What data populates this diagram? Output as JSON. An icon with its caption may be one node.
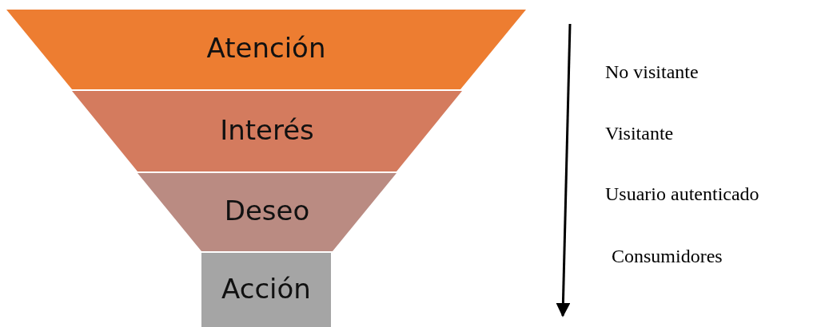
{
  "diagram": {
    "nodes": [
      {
        "text": [
          "Atención"
        ]
      },
      {
        "text": [
          "Interés"
        ]
      },
      {
        "text": [
          "Deseo"
        ]
      },
      {
        "text": [
          "Acción"
        ]
      }
    ],
    "labels": [
      "No visitante",
      "Visitante",
      "Usuario autenticado",
      "Consumidores"
    ]
  }
}
